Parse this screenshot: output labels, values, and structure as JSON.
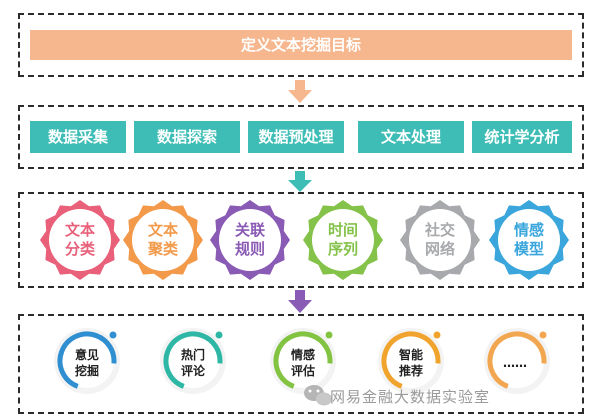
{
  "goal": {
    "label": "定义文本挖掘目标"
  },
  "steps": [
    {
      "label": "数据采集"
    },
    {
      "label": "数据探索"
    },
    {
      "label": "数据预处理"
    },
    {
      "label": "文本处理"
    },
    {
      "label": "统计学分析"
    }
  ],
  "methods": [
    {
      "line1": "文本",
      "line2": "分类",
      "color": "#e8607a",
      "icon": "gear-badge"
    },
    {
      "line1": "文本",
      "line2": "聚类",
      "color": "#f39a4a",
      "icon": "gear-badge"
    },
    {
      "line1": "关联",
      "line2": "规则",
      "color": "#8a5bb5",
      "icon": "gear-badge"
    },
    {
      "line1": "时间",
      "line2": "序列",
      "color": "#84c24a",
      "icon": "gear-badge"
    },
    {
      "line1": "社交",
      "line2": "网络",
      "color": "#a7a9ac",
      "icon": "gear-badge"
    },
    {
      "line1": "情感",
      "line2": "模型",
      "color": "#3aa6dc",
      "icon": "gear-badge"
    }
  ],
  "applications": [
    {
      "line1": "意见",
      "line2": "挖掘",
      "color": "#2f8fd0",
      "icon": "ring"
    },
    {
      "line1": "热门",
      "line2": "评论",
      "color": "#2fb7a6",
      "icon": "ring"
    },
    {
      "line1": "情感",
      "line2": "评估",
      "color": "#82c341",
      "icon": "ring"
    },
    {
      "line1": "智能",
      "line2": "推荐",
      "color": "#f0a42e",
      "icon": "ring"
    },
    {
      "line1": "……",
      "line2": "",
      "color": "#f2a650",
      "icon": "ring"
    }
  ],
  "arrows": [
    {
      "color": "#f6b78e",
      "icon": "arrow-down-icon"
    },
    {
      "color": "#3dbdb5",
      "icon": "arrow-down-icon"
    },
    {
      "color": "#8a5bb5",
      "icon": "arrow-down-icon"
    }
  ],
  "watermark": {
    "text": "网易金融大数据实验室",
    "icon": "wechat-icon"
  }
}
